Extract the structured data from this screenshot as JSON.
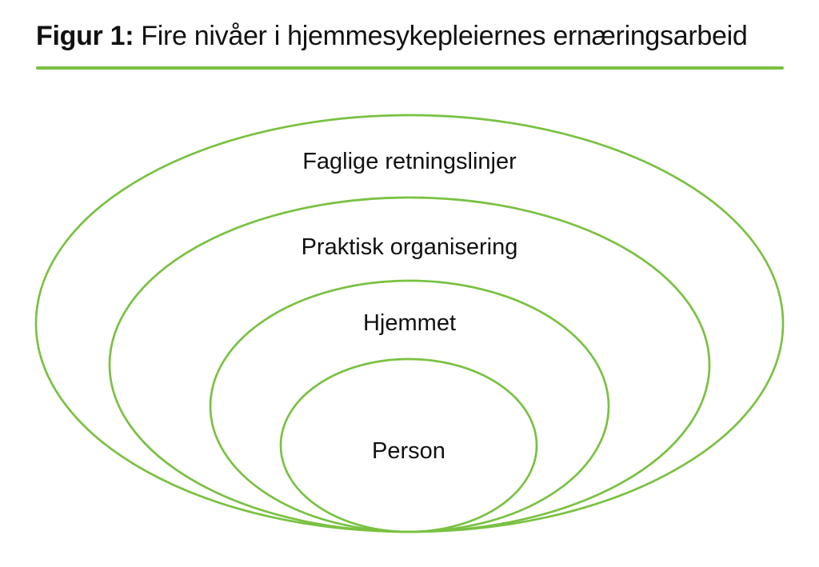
{
  "figure": {
    "title_prefix": "Figur 1:",
    "title_text": "Fire nivåer i hjemmesykepleiernes ernæringsarbeid",
    "accent_color": "#7AC142",
    "text_color": "#111111",
    "background_color": "#FFFFFF"
  },
  "diagram": {
    "type": "nested-ellipses",
    "levels": [
      {
        "label": "Faglige retningslinjer"
      },
      {
        "label": "Praktisk organisering"
      },
      {
        "label": "Hjemmet"
      },
      {
        "label": "Person"
      }
    ]
  }
}
